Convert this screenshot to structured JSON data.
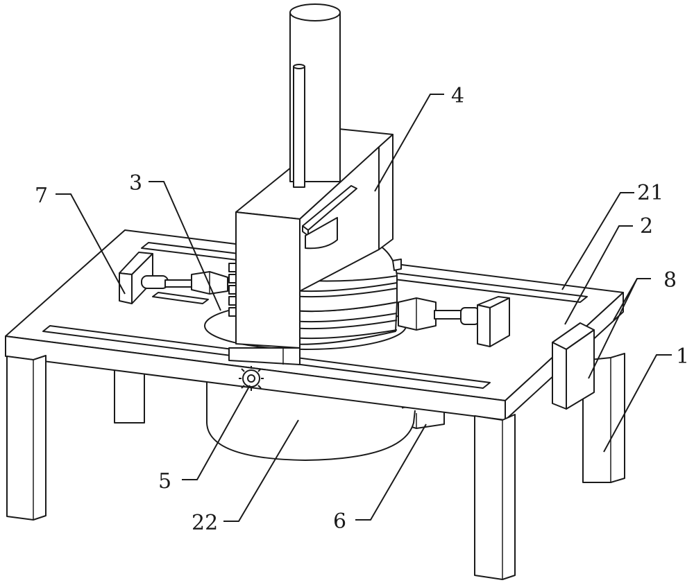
{
  "figure": {
    "labels": [
      {
        "id": "leg",
        "text": "1"
      },
      {
        "id": "table-top",
        "text": "2"
      },
      {
        "id": "guide-slot",
        "text": "21"
      },
      {
        "id": "rotating-drum",
        "text": "22"
      },
      {
        "id": "turntable",
        "text": "3"
      },
      {
        "id": "gantry-frame",
        "text": "4"
      },
      {
        "id": "clamp-cylinder",
        "text": "5"
      },
      {
        "id": "motor-block",
        "text": "6"
      },
      {
        "id": "control-box",
        "text": "7"
      },
      {
        "id": "drive-gear",
        "text": "8"
      }
    ],
    "colors": {
      "line": "#1a1a1a",
      "background": "#ffffff"
    }
  }
}
